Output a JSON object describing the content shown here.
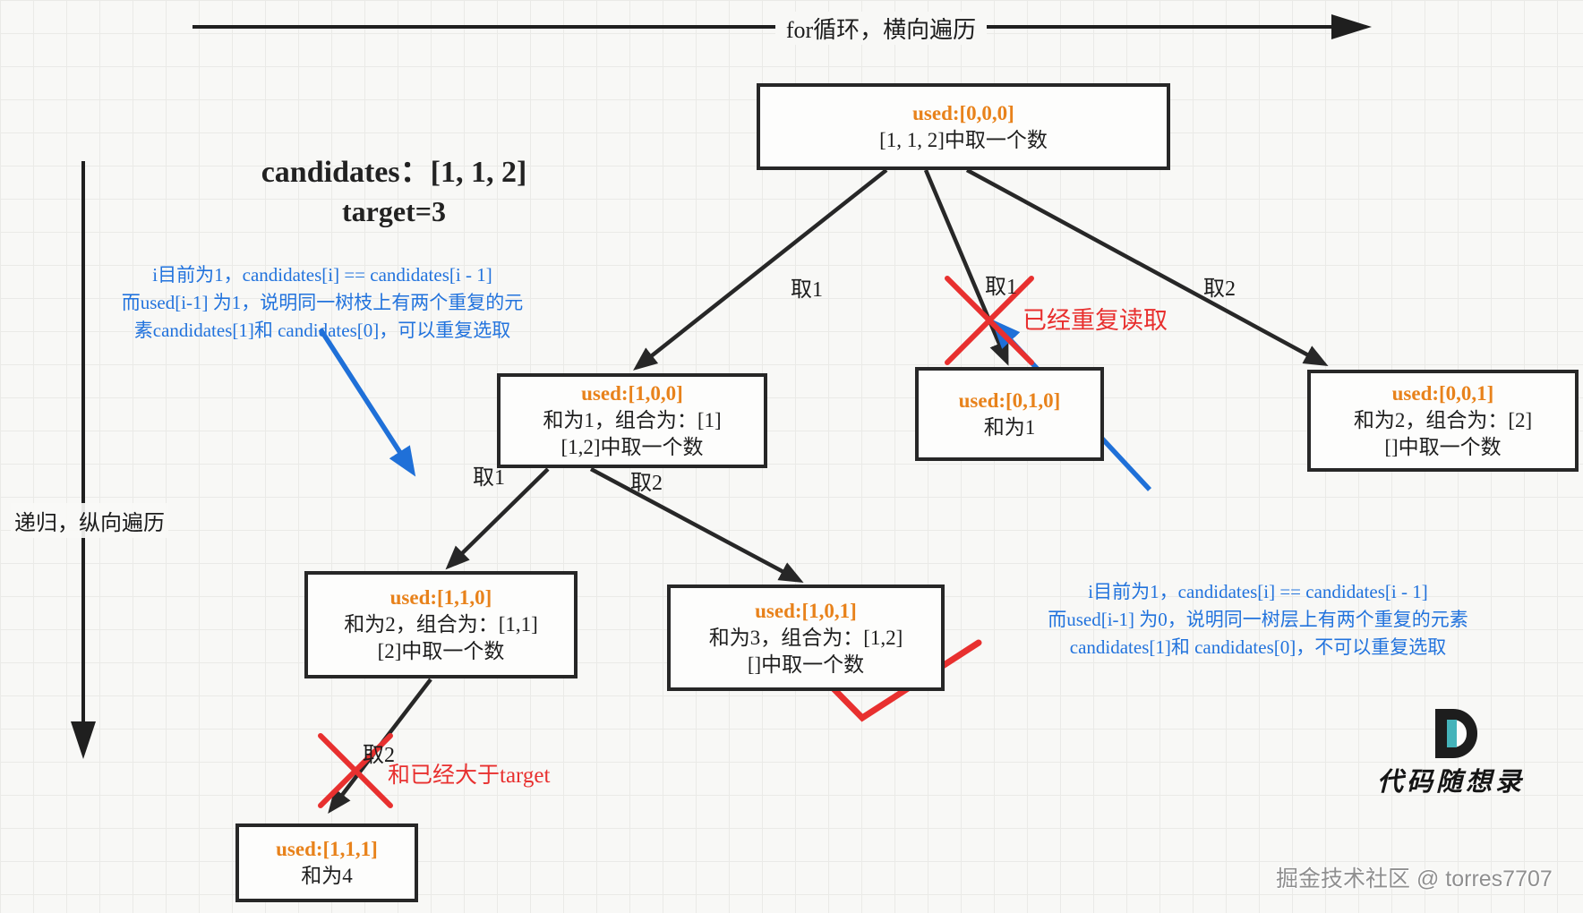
{
  "flow_labels": {
    "horizontal": "for循环，横向遍历",
    "vertical": "递归，纵向遍历"
  },
  "problem": {
    "candidates_line": "candidates：[1, 1, 2]",
    "target_line": "target=3"
  },
  "annotations": {
    "branch_dup_note": {
      "line1": "i目前为1，candidates[i] == candidates[i - 1]",
      "line2": "而used[i-1] 为1，说明同一树枝上有两个重复的元",
      "line3": "素candidates[1]和 candidates[0]，可以重复选取"
    },
    "layer_dup_note": {
      "line1": "i目前为1，candidates[i] == candidates[i - 1]",
      "line2": "而used[i-1] 为0，说明同一树层上有两个重复的元素",
      "line3": "candidates[1]和 candidates[0]，不可以重复选取"
    },
    "already_read": "已经重复读取",
    "over_target": "和已经大于target"
  },
  "edge_labels": {
    "root_take1_left": "取1",
    "root_take1_mid": "取1",
    "root_take2_right": "取2",
    "take1_to_110": "取1",
    "take2_to_101": "取2",
    "take2_to_111": "取2"
  },
  "nodes": {
    "root": {
      "used": "used:[0,0,0]",
      "line1": "[1, 1, 2]中取一个数"
    },
    "n100": {
      "used": "used:[1,0,0]",
      "line1": "和为1，组合为：[1]",
      "line2": "[1,2]中取一个数"
    },
    "n010": {
      "used": "used:[0,1,0]",
      "line1": "和为1"
    },
    "n001": {
      "used": "used:[0,0,1]",
      "line1": "和为2，组合为：[2]",
      "line2": "[]中取一个数"
    },
    "n110": {
      "used": "used:[1,1,0]",
      "line1": "和为2，组合为：[1,1]",
      "line2": "[2]中取一个数"
    },
    "n101": {
      "used": "used:[1,0,1]",
      "line1": "和为3，组合为：[1,2]",
      "line2": "[]中取一个数"
    },
    "n111": {
      "used": "used:[1,1,1]",
      "line1": "和为4"
    }
  },
  "watermark": {
    "brand": "代码随想录",
    "credit": "掘金技术社区 @ torres7707"
  },
  "colors": {
    "used_orange": "#e8821b",
    "note_blue": "#2273dd",
    "mark_red": "#e8302f",
    "line_dark": "#272727",
    "logo_teal": "#44b3ba"
  }
}
